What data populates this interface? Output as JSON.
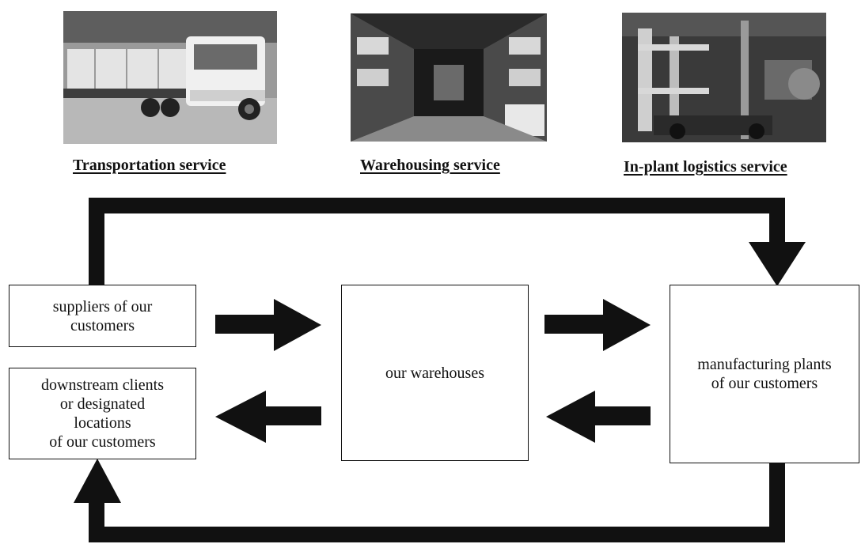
{
  "services": [
    {
      "label": "Transportation service",
      "image": "truck-photo"
    },
    {
      "label": "Warehousing service",
      "image": "warehouse-photo"
    },
    {
      "label": "In-plant logistics service",
      "image": "forklift-photo"
    }
  ],
  "nodes": {
    "suppliers": "suppliers of our\ncustomers",
    "downstream": "downstream clients\nor designated\nlocations\nof our customers",
    "warehouses": "our warehouses",
    "plants": "manufacturing plants\nof our customers"
  },
  "colors": {
    "line": "#111111",
    "background": "#ffffff"
  }
}
